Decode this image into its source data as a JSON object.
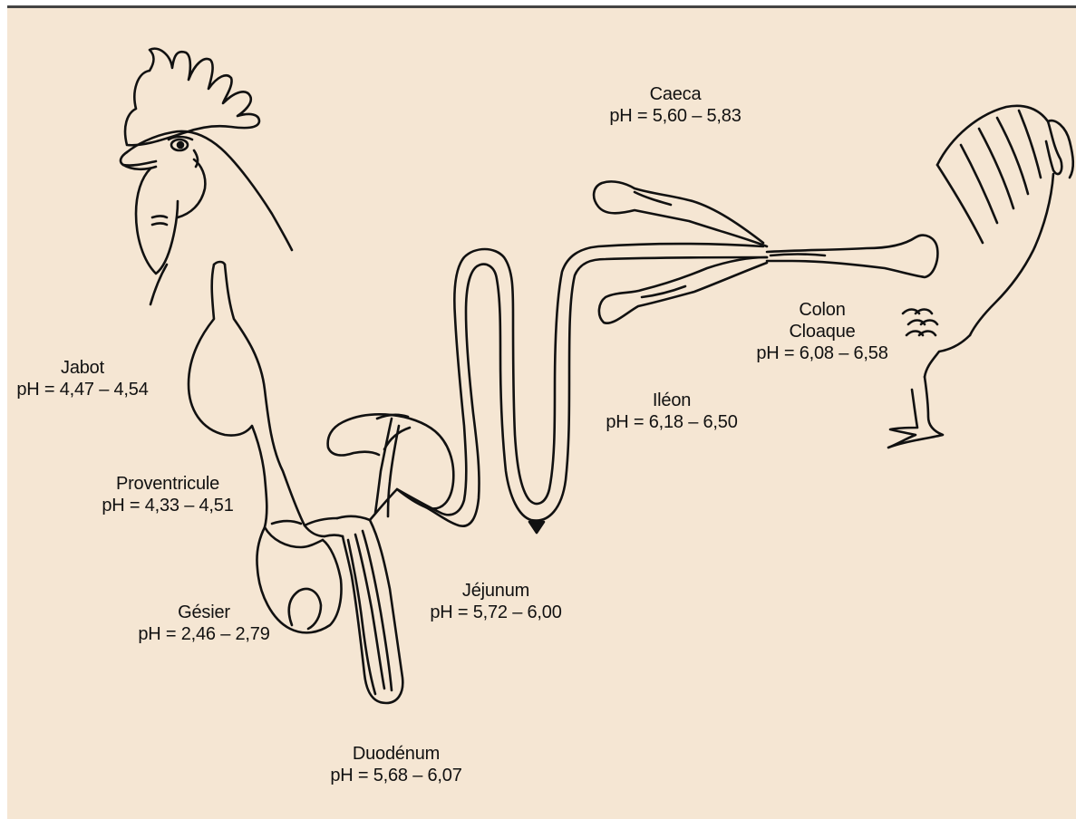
{
  "segments": [
    {
      "id": "jabot",
      "name": "Jabot",
      "ph": "pH = 4,47 – 4,54"
    },
    {
      "id": "proventricule",
      "name": "Proventricule",
      "ph": "pH = 4,33 – 4,51"
    },
    {
      "id": "gesier",
      "name": "Gésier",
      "ph": "pH = 2,46 – 2,79"
    },
    {
      "id": "duodenum",
      "name": "Duodénum",
      "ph": "pH = 5,68 – 6,07"
    },
    {
      "id": "jejunum",
      "name": "Jéjunum",
      "ph": "pH = 5,72 – 6,00"
    },
    {
      "id": "ileon",
      "name": "Iléon",
      "ph": "pH = 6,18 – 6,50"
    },
    {
      "id": "caeca",
      "name": "Caeca",
      "ph": "pH = 5,60 – 5,83"
    },
    {
      "id": "colon",
      "name": "Colon",
      "name2": "Cloaque",
      "ph": "pH = 6,08 – 6,58"
    }
  ],
  "colors": {
    "background": "#f5e6d3",
    "ink": "#111111"
  }
}
